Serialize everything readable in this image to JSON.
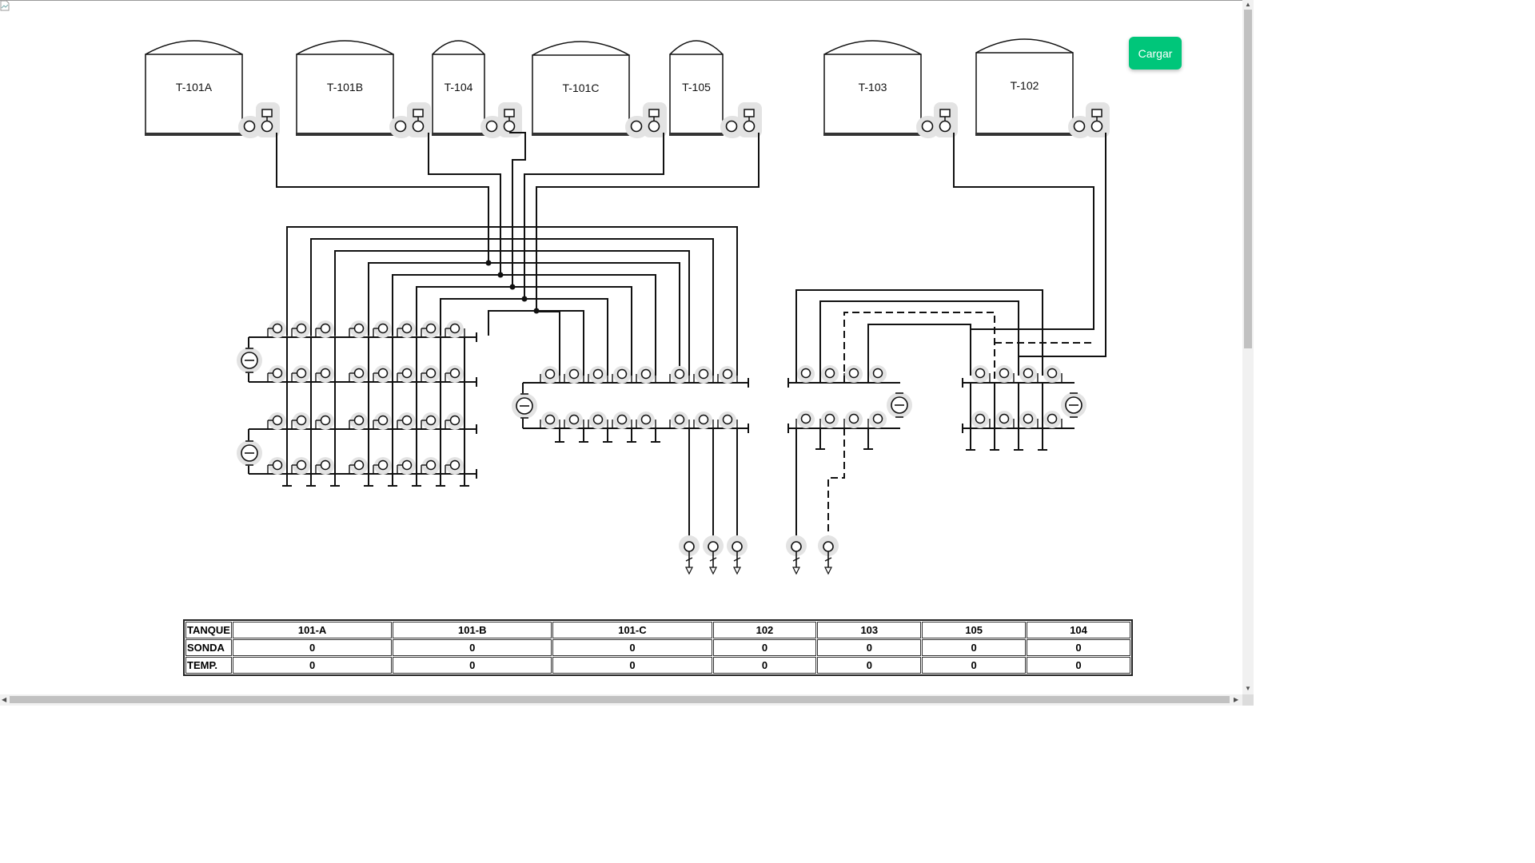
{
  "toolbar": {
    "load_label": "Cargar"
  },
  "tanks": [
    "T-101A",
    "T-101B",
    "T-104",
    "T-101C",
    "T-105",
    "T-103",
    "T-102"
  ],
  "table": {
    "columns": [
      "TANQUE",
      "101-A",
      "101-B",
      "101-C",
      "102",
      "103",
      "105",
      "104"
    ],
    "rows": [
      {
        "label": "SONDA",
        "values": [
          "0",
          "0",
          "0",
          "0",
          "0",
          "0",
          "0"
        ]
      },
      {
        "label": "TEMP.",
        "values": [
          "0",
          "0",
          "0",
          "0",
          "0",
          "0",
          "0"
        ]
      }
    ]
  }
}
